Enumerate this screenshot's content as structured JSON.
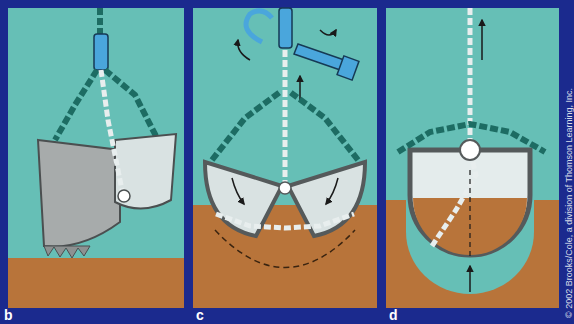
{
  "diagram": {
    "labels": [
      "b",
      "c",
      "d",
      "© 2002 Brooks/Cole, a division of Thomson Learning, Inc."
    ]
  }
}
